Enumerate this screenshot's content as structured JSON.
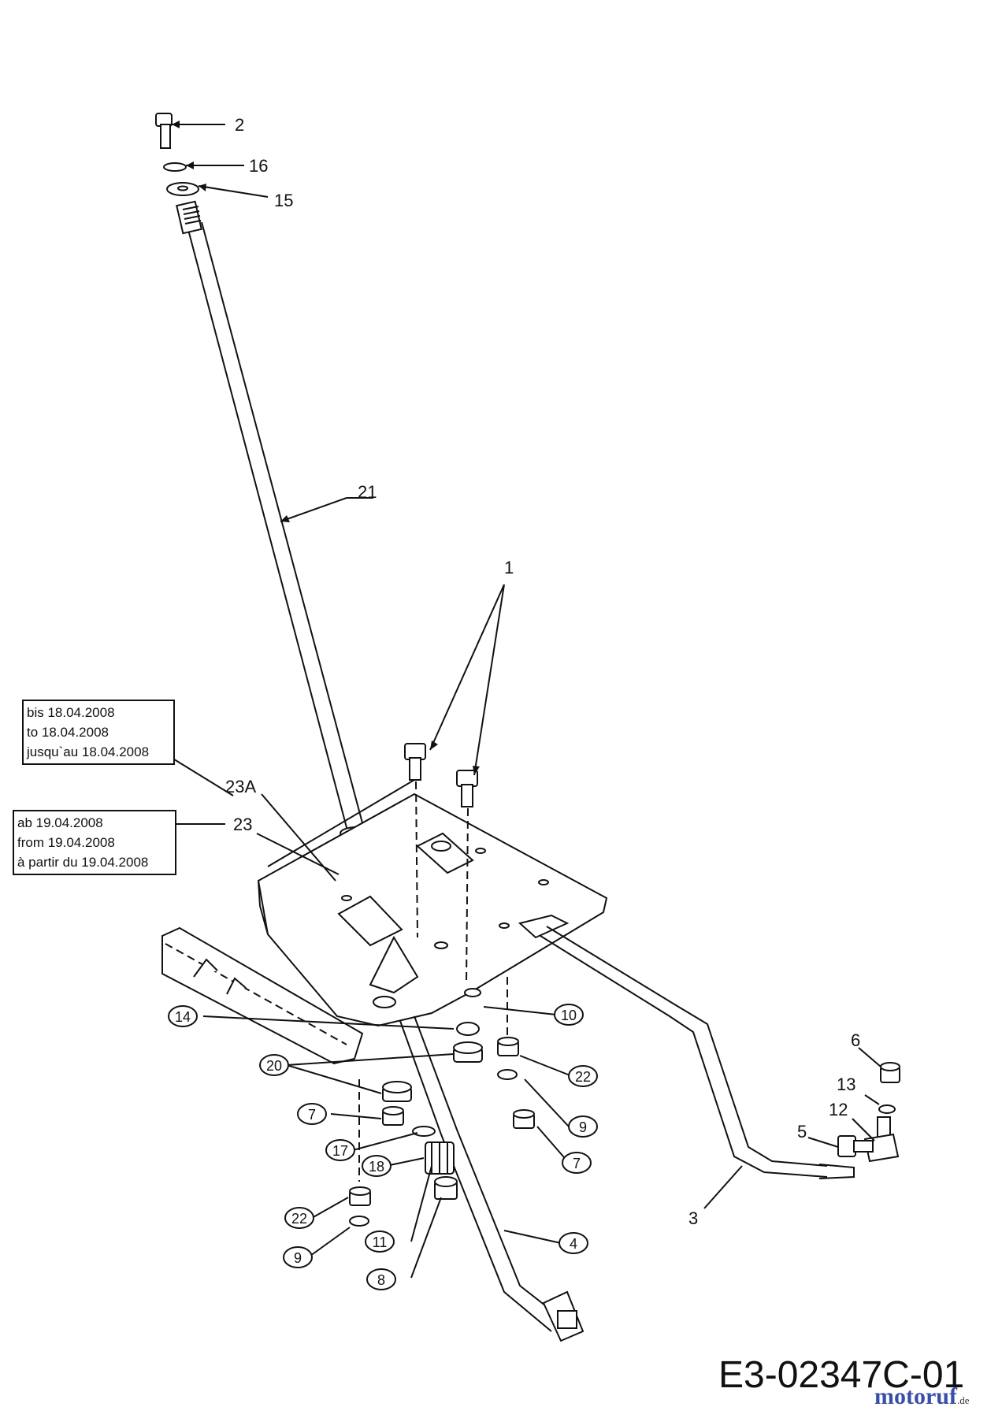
{
  "labels": {
    "l1": "1",
    "l2": "2",
    "l3": "3",
    "l4": "4",
    "l5": "5",
    "l6": "6",
    "l7a": "7",
    "l7b": "7",
    "l8": "8",
    "l9a": "9",
    "l9b": "9",
    "l10": "10",
    "l11": "11",
    "l12": "12",
    "l13": "13",
    "l14": "14",
    "l15": "15",
    "l16": "16",
    "l17": "17",
    "l18": "18",
    "l20": "20",
    "l21": "21",
    "l22a": "22",
    "l22b": "22",
    "l23": "23",
    "l23A": "23A"
  },
  "notes": {
    "note_23A": [
      "bis 18.04.2008",
      "to 18.04.2008",
      "jusqu`au 18.04.2008"
    ],
    "note_23": [
      "ab 19.04.2008",
      "from 19.04.2008",
      "à partir du 19.04.2008"
    ]
  },
  "footer": {
    "code": "E3-02347C-01",
    "brand": "motoruf",
    "brand_tld": ".de"
  }
}
